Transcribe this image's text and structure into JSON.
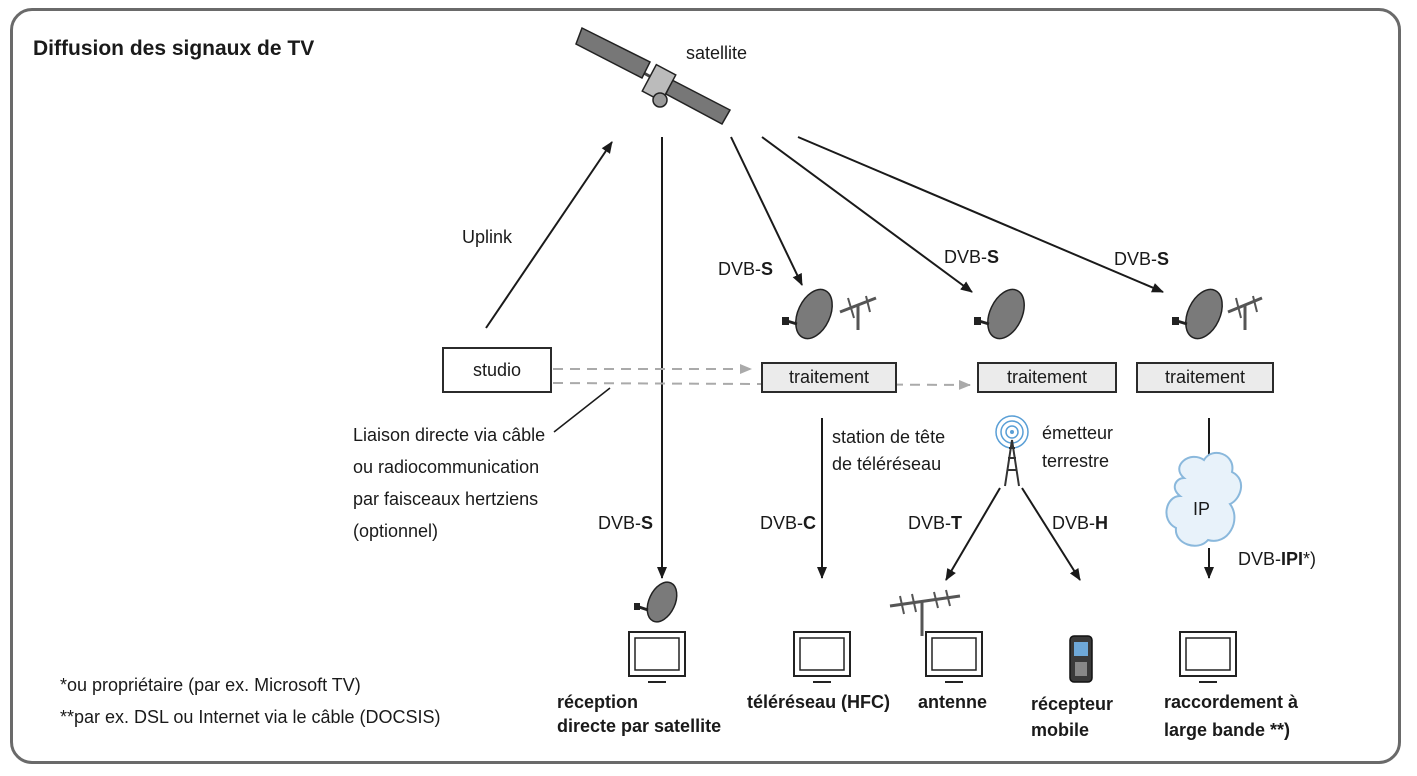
{
  "title": "Diffusion des signaux de TV",
  "satellite_label": "satellite",
  "uplink_label": "Uplink",
  "studio_label": "studio",
  "processing_label": "traitement",
  "direct_link": [
    "Liaison directe via câble",
    "ou radiocommunication",
    "par faisceaux hertziens",
    "(optionnel)"
  ],
  "headend": [
    "station de tête",
    "de téléréseau"
  ],
  "transmitter": [
    "émetteur",
    "terrestre"
  ],
  "ip_label": "IP",
  "dvb": {
    "prefix": "DVB-",
    "s": "S",
    "c": "C",
    "t": "T",
    "h": "H",
    "ipi": "IPI",
    "ipi_suffix": "*)"
  },
  "receivers": {
    "satellite": [
      "réception",
      "directe par satellite"
    ],
    "cable": "téléréseau (HFC)",
    "antenna": "antenne",
    "mobile": [
      "récepteur",
      "mobile"
    ],
    "broadband": [
      "raccordement à",
      "large bande **)"
    ]
  },
  "footnotes": [
    "*ou propriétaire (par ex. Microsoft TV)",
    "**par ex. DSL ou Internet via le câble (DOCSIS)"
  ]
}
